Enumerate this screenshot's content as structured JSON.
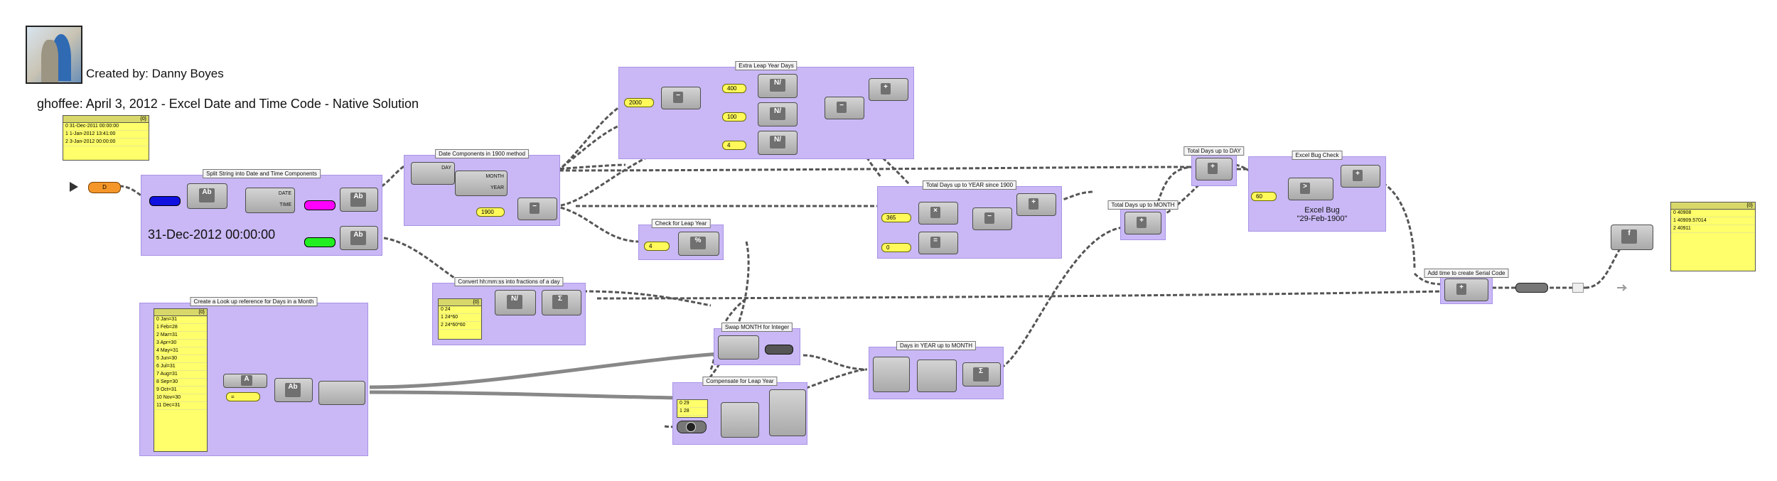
{
  "header": {
    "author": "Created by: Danny Boyes",
    "description": "ghoffee: April 3, 2012 - Excel Date and Time Code - Native Solution"
  },
  "input_panel": {
    "header": "{0}",
    "rows": [
      "0  31-Dec-2011 00:00:00",
      "1  1-Jan-2012 13:41:00",
      "2  3-Jan-2012 00:00:00"
    ]
  },
  "output_panel": {
    "header": "{0}",
    "rows": [
      "0  40908",
      "1  40909.57014",
      "2  40911"
    ]
  },
  "groups": {
    "split": "Split String into Date and Time Components",
    "date_components": "Date Components in 1900 method",
    "extra_leap": "Extra Leap Year Days",
    "total_year": "Total Days up to YEAR since 1900",
    "check_leap": "Check for Leap Year",
    "convert_time": "Convert hh:mm:ss into fractions of a day",
    "lookup": "Create a Look up reference for Days in a Month",
    "swap_month": "Swap MONTH for Integer",
    "compensate": "Compensate for Leap Year",
    "days_in_year": "Days in YEAR up to MONTH",
    "total_month": "Total Days up to MONTH",
    "total_day": "Total Days up to DAY",
    "excel_bug": "Excel Bug Check",
    "serial": "Add time to create Serial Code"
  },
  "excel_bug_note": {
    "line1": "Excel Bug",
    "line2": "\"29-Feb-1900\""
  },
  "preview_text": "31-Dec-2012 00:00:00",
  "sliders": {
    "y1900": "1900",
    "y2000": "2000",
    "y400": "400",
    "y100": "100",
    "y4": "4",
    "mod4": "4",
    "d365": "365",
    "zero": "0",
    "bug60": "60",
    "eq": "="
  },
  "time_panel": {
    "header": "{0}",
    "rows": [
      "0  24",
      "1  24*60",
      "2  24*60*60"
    ]
  },
  "leap_panel": {
    "rows": [
      "0  29",
      "1  28"
    ]
  },
  "lookup_panel": {
    "header": "{0}",
    "rows": [
      "0  Jan=31",
      "1  Feb=28",
      "2  Mar=31",
      "3  Apr=30",
      "4  May=31",
      "5  Jun=30",
      "6  Jul=31",
      "7  Aug=31",
      "8  Sep=30",
      "9  Oct=31",
      "10  Nov=30",
      "11  Dec=31"
    ]
  },
  "components": {
    "param_d": "D",
    "date_out": "DATE",
    "time_out": "TIME",
    "day_out": "DAY",
    "month_out": "MONTH",
    "year_out": "YEAR"
  },
  "colors": {
    "group_fill": "#c9b8f5",
    "panel_yellow": "#ffff6b",
    "wire": "#444444",
    "swatch_blue": "#1010e0",
    "swatch_magenta": "#ff00ff",
    "swatch_green": "#22ee22",
    "param_orange": "#f5962a"
  }
}
